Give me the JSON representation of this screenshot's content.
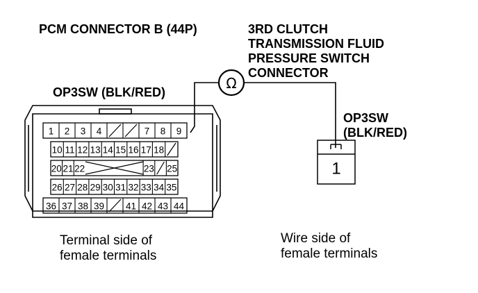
{
  "title": "PCM CONNECTOR B (44P)",
  "switch_connector_label": [
    "3RD CLUTCH",
    "TRANSMISSION FLUID",
    "PRESSURE SWITCH",
    "CONNECTOR"
  ],
  "pcm_wire_label": "OP3SW (BLK/RED)",
  "switch_wire_label": [
    "OP3SW",
    "(BLK/RED)"
  ],
  "switch_symbol": "Ω",
  "switch_terminal": "1",
  "pcm_caption": [
    "Terminal side of",
    "female terminals"
  ],
  "switch_caption": [
    "Wire side of",
    "female terminals"
  ],
  "pcm_connector": {
    "rows": [
      [
        "1",
        "2",
        "3",
        "4",
        "/",
        "/",
        "7",
        "8",
        "9"
      ],
      [
        "10",
        "11",
        "12",
        "13",
        "14",
        "15",
        "16",
        "17",
        "18",
        "/"
      ],
      [
        "20",
        "21",
        "22",
        "X",
        "X",
        "X",
        "X",
        "X",
        "23",
        "/",
        "25"
      ],
      [
        "26",
        "27",
        "28",
        "29",
        "30",
        "31",
        "32",
        "33",
        "34",
        "35"
      ],
      [
        "36",
        "37",
        "38",
        "39",
        "/",
        "41",
        "42",
        "43",
        "44"
      ]
    ]
  }
}
